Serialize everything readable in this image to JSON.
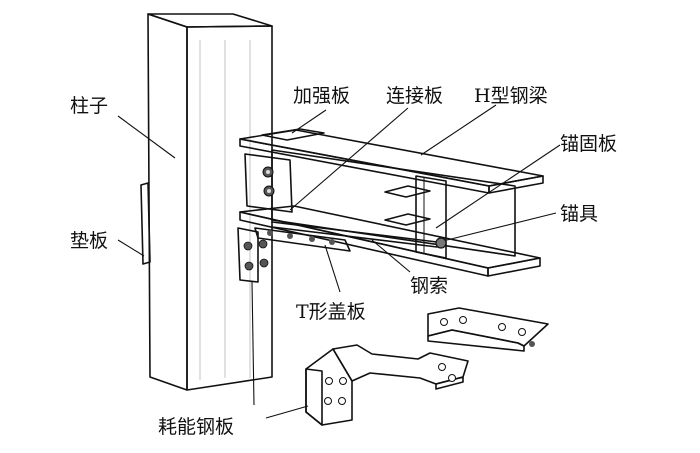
{
  "labels": {
    "column": "柱子",
    "pad_plate": "垫板",
    "stiffener": "加强板",
    "connecting_plate": "连接板",
    "h_beam": "H型钢梁",
    "anchor_plate": "锚固板",
    "anchorage": "锚具",
    "cable": "钢索",
    "t_cover_plate": "T形盖板",
    "energy_plate": "耗能钢板"
  },
  "colors": {
    "stroke": "#111111",
    "column_front": "#f3f3f3",
    "column_side": "#cfcfcf",
    "column_top": "#e2e2e2",
    "beam_light": "#e9e9e9",
    "beam_mid": "#c9c9c9",
    "beam_dark": "#a9a9a9",
    "plate": "#dcdcdc",
    "bolt": "#555555"
  }
}
